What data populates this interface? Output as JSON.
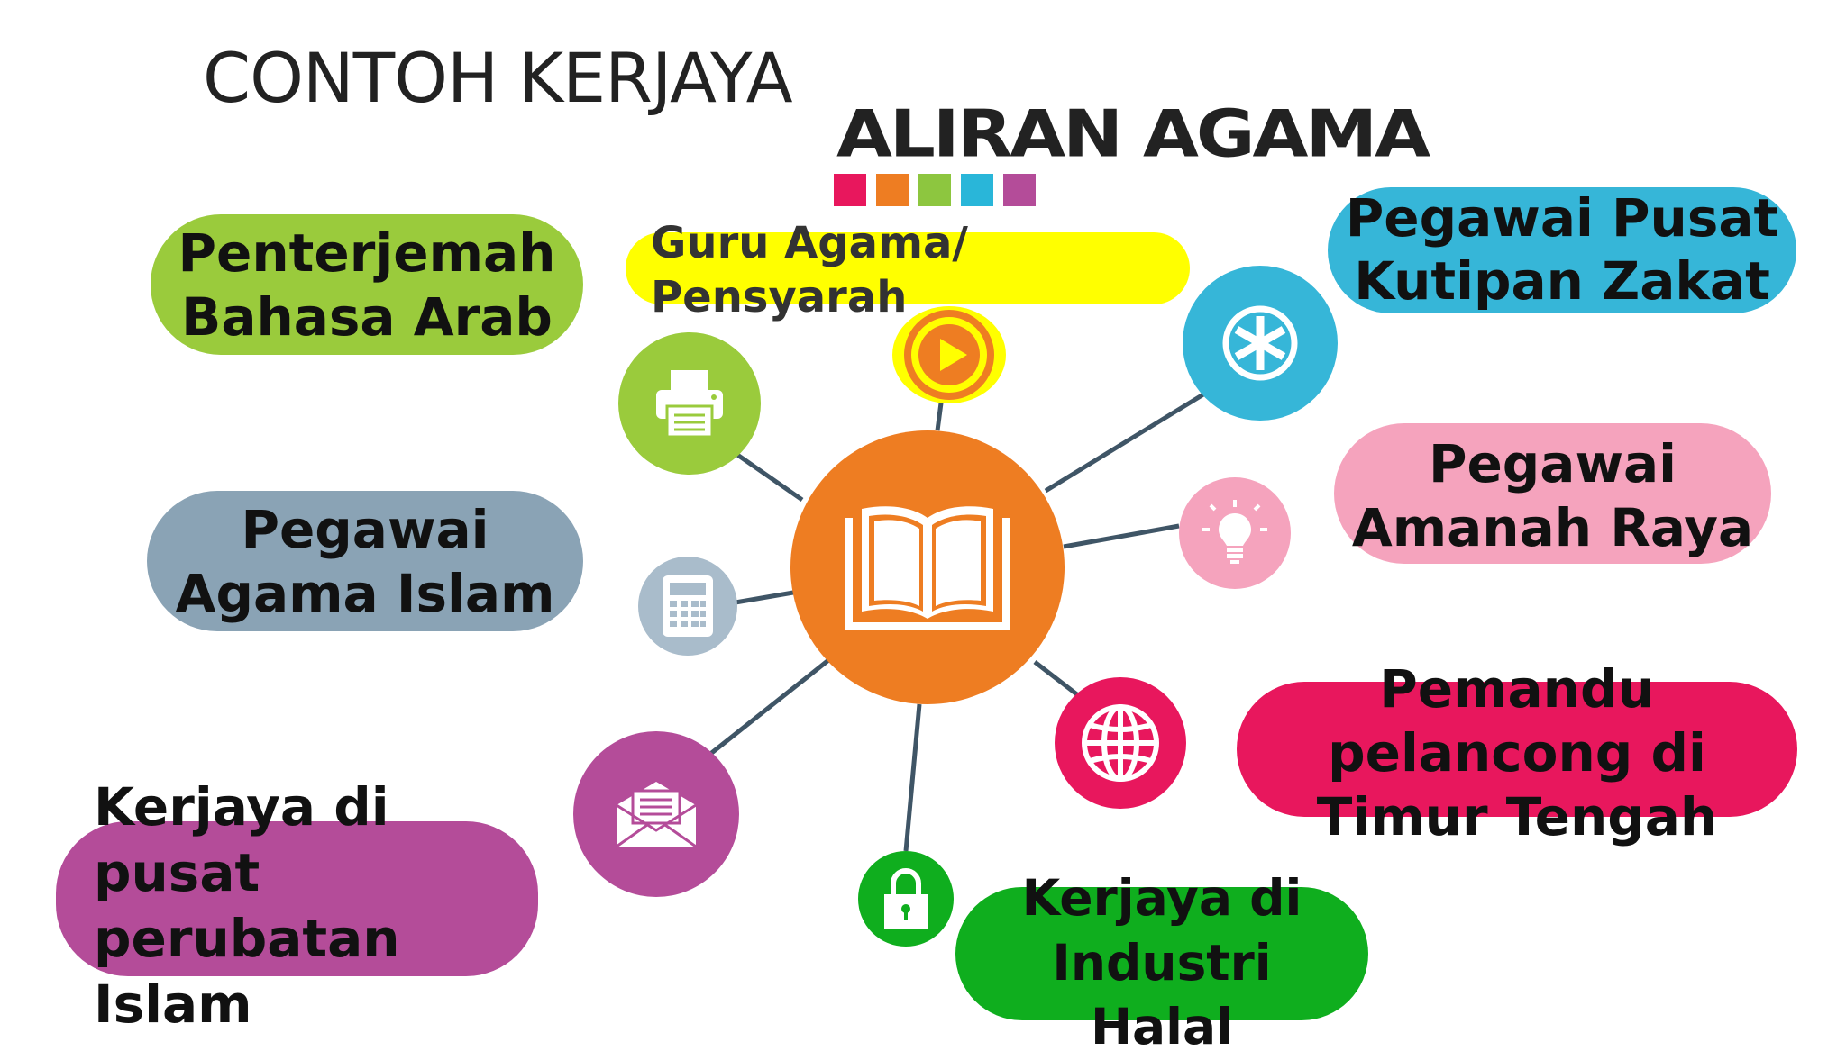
{
  "title": {
    "line1": "CONTOH KERJAYA",
    "line2": "ALIRAN AGAMA"
  },
  "swatches": [
    "#e8175d",
    "#ee7d22",
    "#8dc63f",
    "#29b6d9",
    "#b44c99"
  ],
  "center": {
    "icon": "open-book-icon",
    "color": "#ee7d22"
  },
  "careers": [
    {
      "id": "penterjemah",
      "lines": [
        "Penterjemah",
        "Bahasa Arab"
      ],
      "color": "#9acb3c",
      "icon": "printer-icon"
    },
    {
      "id": "guru",
      "lines": [
        "Guru Agama/",
        "Pensyarah"
      ],
      "color": "#ffff00",
      "icon": "play-button-icon"
    },
    {
      "id": "zakat",
      "lines": [
        "Pegawai Pusat",
        "Kutipan Zakat"
      ],
      "color": "#36b6d8",
      "icon": "asterisk-icon"
    },
    {
      "id": "amanah",
      "lines": [
        "Pegawai",
        "Amanah Raya"
      ],
      "color": "#f5a3bd",
      "icon": "lightbulb-icon"
    },
    {
      "id": "agama",
      "lines": [
        "Pegawai",
        "Agama Islam"
      ],
      "color": "#8aa3b5",
      "icon": "calculator-icon"
    },
    {
      "id": "pemandu",
      "lines": [
        "Pemandu",
        "pelancong di",
        "Timur Tengah"
      ],
      "color": "#e8175d",
      "icon": "globe-icon"
    },
    {
      "id": "perubatan",
      "lines": [
        "Kerjaya di",
        "pusat",
        "perubatan",
        "Islam"
      ],
      "color": "#b44c99",
      "icon": "envelope-icon"
    },
    {
      "id": "halal",
      "lines": [
        "Kerjaya di",
        "Industri",
        "Halal"
      ],
      "color": "#0fae1e",
      "icon": "padlock-icon"
    }
  ]
}
